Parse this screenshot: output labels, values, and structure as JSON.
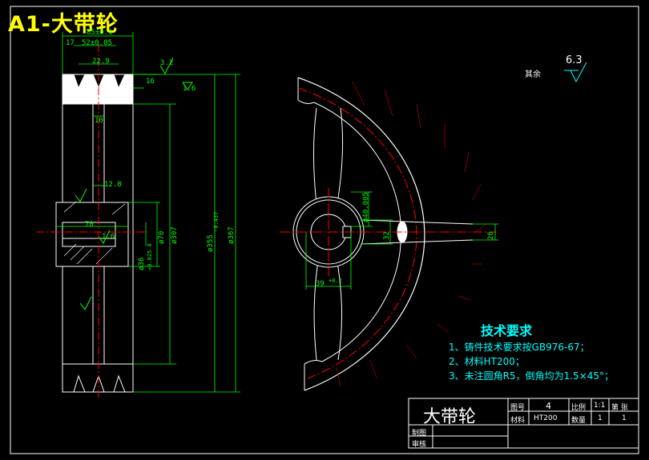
{
  "drawing_title": "A1-大带轮",
  "roughness": {
    "label": "其余",
    "value": "6.3"
  },
  "dimensions": {
    "top_overall": "85±0.1",
    "pitch_a": "17",
    "pitch_b": "52±0.05",
    "groove_width": "22.9",
    "rough_a": "3.2",
    "rough_b": "1.6",
    "small_a": "16",
    "web_thickness": "10",
    "hub_step": "12.8",
    "hub_len": "70",
    "hub_sub": "1.6",
    "d_hub_bore": "ø36",
    "d_hub_tol": "+0.025 0",
    "d_hub_outer": "ø70",
    "d_307": "ø307",
    "d_355": "ø355",
    "d_355_tol": "-0.437",
    "d_367": "ø367",
    "key_height": "ø40.005",
    "key_width": "32",
    "hub_dia_front": "39",
    "hub_dia_front_tol": "+0.2",
    "spoke_dim": "26"
  },
  "requirements": {
    "title": "技术要求",
    "items": [
      "1、铸件技术要求按GB976-67；",
      "2、材料HT200；",
      "3、未注圆角R5，倒角均为1.5×45°；"
    ]
  },
  "title_block": {
    "name": "大带轮",
    "drawing_no_label": "图号",
    "drawing_no": "4",
    "scale_label": "比例",
    "scale": "1:1",
    "sheet_label": "第  张",
    "material_label": "材料",
    "material": "HT200",
    "qty_label": "数量",
    "qty": "1",
    "qty2": "1",
    "drawn_label": "制图",
    "checked_label": "审核"
  },
  "colors": {
    "outline": "#ffffff",
    "dimension": "#00ff00",
    "center": "#ff0000",
    "text_note": "#00ffff",
    "title": "#ffff00"
  }
}
